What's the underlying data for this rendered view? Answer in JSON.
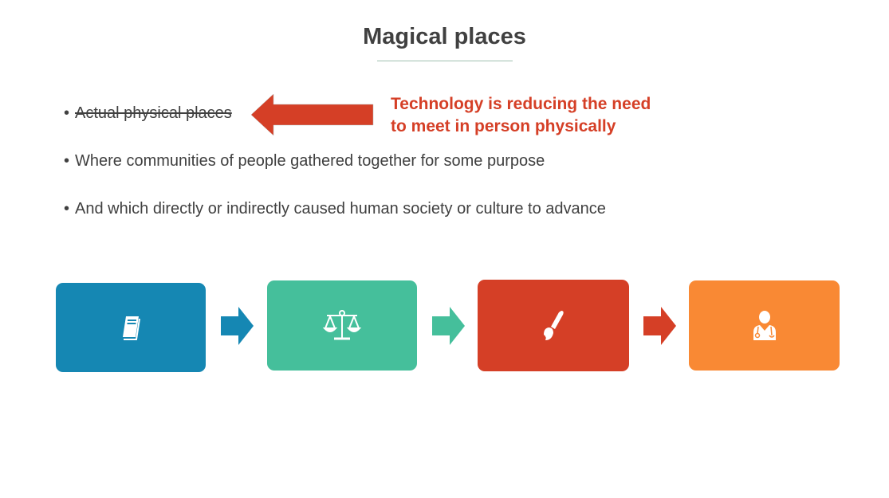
{
  "title": "Magical places",
  "bullets": [
    {
      "text": "Actual physical places",
      "struck": true
    },
    {
      "text": "Where communities of people gathered together for some purpose"
    },
    {
      "text": "And which directly or indirectly caused human society or culture to advance"
    }
  ],
  "callout": {
    "line1": "Technology is reducing the need",
    "line2": "to meet in person physically",
    "color": "#d53f26"
  },
  "bullet_char": "•",
  "process": [
    {
      "icon": "book-icon",
      "color": "#1587b3"
    },
    {
      "icon": "scales-icon",
      "color": "#45bf9b"
    },
    {
      "icon": "paintbrush-icon",
      "color": "#d53f26"
    },
    {
      "icon": "doctor-icon",
      "color": "#f98934"
    }
  ]
}
